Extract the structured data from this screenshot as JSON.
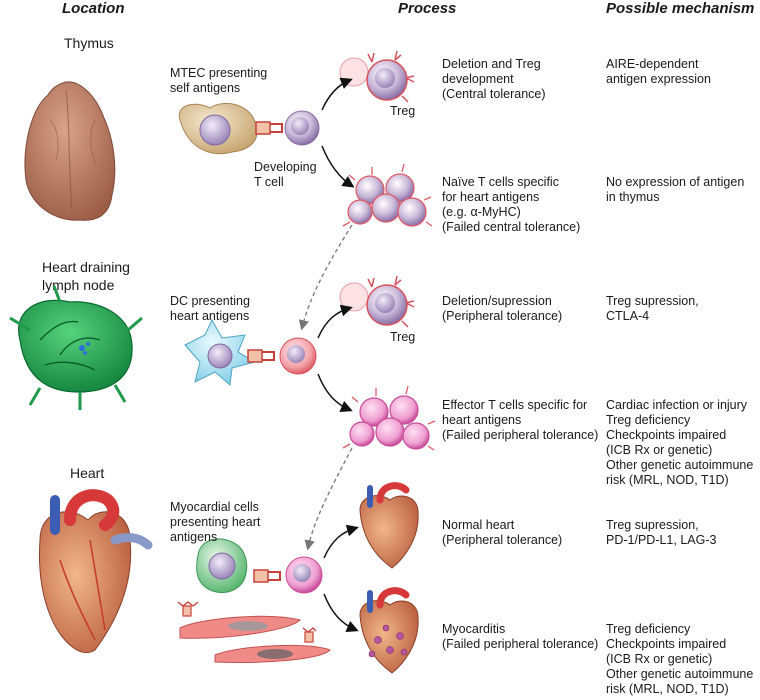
{
  "headers": {
    "location": "Location",
    "process": "Process",
    "mechanism": "Possible mechanism"
  },
  "locations": {
    "thymus": "Thymus",
    "lymph_node": "Heart draining\nlymph node",
    "heart": "Heart"
  },
  "presenters": {
    "mtec": "MTEC presenting\nself antigens",
    "developing": "Developing\nT cell",
    "dc": "DC presenting\nheart antigens",
    "myocardial": "Myocardial cells\npresenting heart\nantigens"
  },
  "cell_labels": {
    "treg_1": "Treg",
    "treg_2": "Treg"
  },
  "outcomes": [
    {
      "process": "Deletion and Treg\ndevelopment\n(Central tolerance)",
      "mechanism": "AIRE-dependent\nantigen expression"
    },
    {
      "process": "Naïve T cells specific\nfor heart antigens\n(e.g. α-MyHC)\n(Failed central tolerance)",
      "mechanism": "No expression of antigen\nin thymus"
    },
    {
      "process": "Deletion/supression\n(Peripheral tolerance)",
      "mechanism": "Treg supression,\nCTLA-4"
    },
    {
      "process": "Effector T cells specific for\nheart antigens\n(Failed peripheral tolerance)",
      "mechanism": "Cardiac infection or injury\nTreg deficiency\nCheckpoints impaired\n(ICB Rx or genetic)\nOther genetic autoimmune\nrisk (MRL, NOD, T1D)"
    },
    {
      "process": "Normal heart\n(Peripheral tolerance)",
      "mechanism": "Treg supression,\nPD-1/PD-L1, LAG-3"
    },
    {
      "process": "Myocarditis\n(Failed peripheral tolerance)",
      "mechanism": "Treg deficiency\nCheckpoints impaired\n(ICB Rx or genetic)\nOther genetic autoimmune\nrisk (MRL, NOD, T1D)"
    }
  ]
}
